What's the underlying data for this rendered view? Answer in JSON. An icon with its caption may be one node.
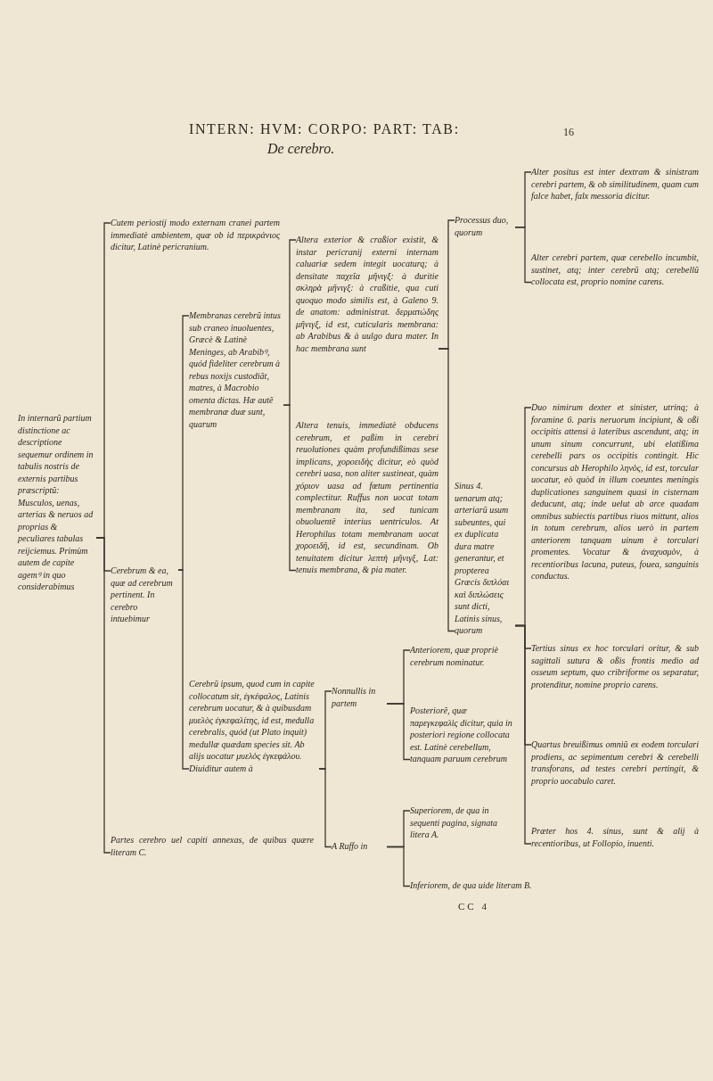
{
  "diagram": {
    "title": "INTERN: HVM: CORPO: PART: TAB:",
    "nodes": [
      {
        "text": [
          "In internarũ partium distinctione ac descriptione sequemur ordinem in tabulis nostris de externis partibus præscriptũ: Musculos, uenas, arterias & neruos ad proprias & peculiares tabulas reijciemus. Primùm autem de capite agemꝰ in quo considerabimus"
        ]
      },
      {
        "text": [
          "Cutem periostij modo externam cranei partem immediatè ambientem, quæ ob id περικράνιος dicitur, Latinè pericranium."
        ]
      },
      {
        "text": [
          "Cerebrum & ea, quæ ad cerebrum pertinent. In cerebro intuebimur"
        ]
      },
      {
        "text": [
          "Partes cerebro uel capiti annexas, de quibus quære literam C."
        ]
      },
      {
        "text": [
          "Membranas cerebrũ intus sub craneo inuoluentes, Græcè & Latinè Meninges, ab Arabibꝰ, quód fideliter cerebrum à rebus noxijs custodiãt, matres, à Macrobio omenta dictas. Hæ autẽ membranæ duæ sunt, quarum"
        ]
      },
      {
        "text": [
          "Cerebrũ ipsum, quod cum in capite collocatum sit, ἐγκέφαλος, Latinis cerebrum uocatur, & à quibusdam μυελὸς ἐγκεφαλίτης, id est, medulla cerebralis, quód (ut Plato inquit) medullæ quædam species sit. Ab alijs uocatur μυελὸς ἐγκεφάλου. Diuiditur autem à"
        ]
      },
      {
        "text": [
          "Altera exterior & craßior existit, & instar pericranij externi internam caluariæ sedem integit uocaturq; à densitate παχεῖα μῆνιγξ: à duritie σκληρὰ μῆνιγξ: à craßitie, qua cuti quoquo modo similis est, à Galeno 9. de anatom: administrat. δερματώδης μῆνιγξ, id est, cuticularis membrana: ab Arabibus & à uulgo dura mater. In hac membrana sunt"
        ]
      },
      {
        "text": [
          "Altera tenuis, immediatè obducens cerebrum, et paßim in cerebri reuolutiones quàm profundißimas sese implicans, χοροειδὴς dicitur, eò quòd cerebri uasa, non aliter sustineat, quàm χόριον uasa ad fœtum pertinentia complectitur. Ruffus non uocat totam membranam ita, sed tunicam obuoluentẽ interius uentriculos. At Herophilus totam membranam uocat χοροειδῆ, id est, secundinam. Ob tenuitatem dicitur λεπτὴ μῆνιγξ, Lat: tenuis membrana, & pia mater."
        ]
      },
      {
        "text": [
          "Nonnullis in partem"
        ]
      },
      {
        "text": [
          "A Ruffo in"
        ]
      },
      {
        "text": [
          "Processus duo, quorum"
        ]
      },
      {
        "text": [
          "Sinus 4. uenarum atq; arteriarũ usum subeuntes, qui ex duplicata dura matre generantur, et propterea Græcis διπλόαι καὶ διπλώσεις sunt dicti, Latinis sinus, quorum"
        ]
      },
      {
        "text": [
          "Anteriorem, quæ propriè cerebrum nominatur."
        ]
      },
      {
        "text": [
          "Posteriorẽ, quæ παρεγκεφαλὶς dicitur, quia in posteriori regione collocata est. Latinè cerebellum, tanquam paruum cerebrum"
        ]
      },
      {
        "text": [
          "Superiorem, de qua in sequenti pagina, signata litera A."
        ]
      },
      {
        "text": [
          "Inferiorem, de qua uide literam B."
        ]
      },
      {
        "text": [
          "Alter positus est inter dextram & sinistram cerebri partem, & ob similitudinem, quam cum falce habet, falx messoria dicitur."
        ]
      },
      {
        "text": [
          "Alter cerebri partem, quæ cerebello incumbit, sustinet, atq; inter cerebrũ atq; cerebellũ collocata est, proprio nomine carens."
        ]
      },
      {
        "text": [
          "Duo nimirum dexter et sinister, utrinq; à foramine 6. paris neruorum incipiunt, & oßi occipitis attensi à lateribus ascendunt, atq; in unum sinum concurrunt, ubi elatißima cerebelli pars os occipitis contingit. Hic concursus ab Herophilo ληνὸς, id est, torcular uocatur, eò quòd in illum coeuntes meningis duplicationes sanguinem quasi in cisternam deducunt, atq; inde uelut ab arce quadam omnibus subiectis partibus riuos mittunt, alios in totum cerebrum, alios uerò in partem anteriorem tanquam uinum è torculari promentes. Vocatur & ἀναχυσμὸν, à recentioribus lacuna, puteus, fouea, sanguinis conductus."
        ]
      },
      {
        "text": [
          "Tertius sinus ex hoc torculari oritur, & sub sagittali sutura & oßis frontis medio ad osseum septum, quo cribriforme os separatur, protenditur, nomine proprio carens."
        ]
      },
      {
        "text": [
          "Quartus breuißimus omniũ ex eodem torculari prodiens, ac sepimentum cerebri & cerebelli transforans, ad testes cerebri pertingit, & proprio uocabulo caret."
        ]
      },
      {
        "text": [
          "Præter hos 4. sinus, sunt & alij à recentioribus, ut Follopio, inuenti."
        ]
      }
    ],
    "edges": [
      {
        "from": 0,
        "to": 1,
        "arrow": "none"
      },
      {
        "from": 0,
        "to": 2,
        "arrow": "none"
      },
      {
        "from": 0,
        "to": 3,
        "arrow": "none"
      },
      {
        "from": 2,
        "to": 4,
        "arrow": "none"
      },
      {
        "from": 2,
        "to": 5,
        "arrow": "none"
      },
      {
        "from": 4,
        "to": 6,
        "arrow": "none"
      },
      {
        "from": 4,
        "to": 7,
        "arrow": "none"
      },
      {
        "from": 5,
        "to": 8,
        "arrow": "none"
      },
      {
        "from": 5,
        "to": 9,
        "arrow": "none"
      },
      {
        "from": 6,
        "to": 10,
        "arrow": "none"
      },
      {
        "from": 6,
        "to": 11,
        "arrow": "none"
      },
      {
        "from": 8,
        "to": 12,
        "arrow": "none"
      },
      {
        "from": 8,
        "to": 13,
        "arrow": "none"
      },
      {
        "from": 9,
        "to": 14,
        "arrow": "none"
      },
      {
        "from": 9,
        "to": 15,
        "arrow": "none"
      },
      {
        "from": 10,
        "to": 16,
        "arrow": "none"
      },
      {
        "from": 10,
        "to": 17,
        "arrow": "none"
      },
      {
        "from": 11,
        "to": 18,
        "arrow": "none"
      },
      {
        "from": 11,
        "to": 19,
        "arrow": "none"
      },
      {
        "from": 11,
        "to": 20,
        "arrow": "none"
      },
      {
        "from": 11,
        "to": 21,
        "arrow": "none"
      }
    ],
    "labels": [
      "16",
      "De cerebro.",
      "CC 4"
    ]
  }
}
